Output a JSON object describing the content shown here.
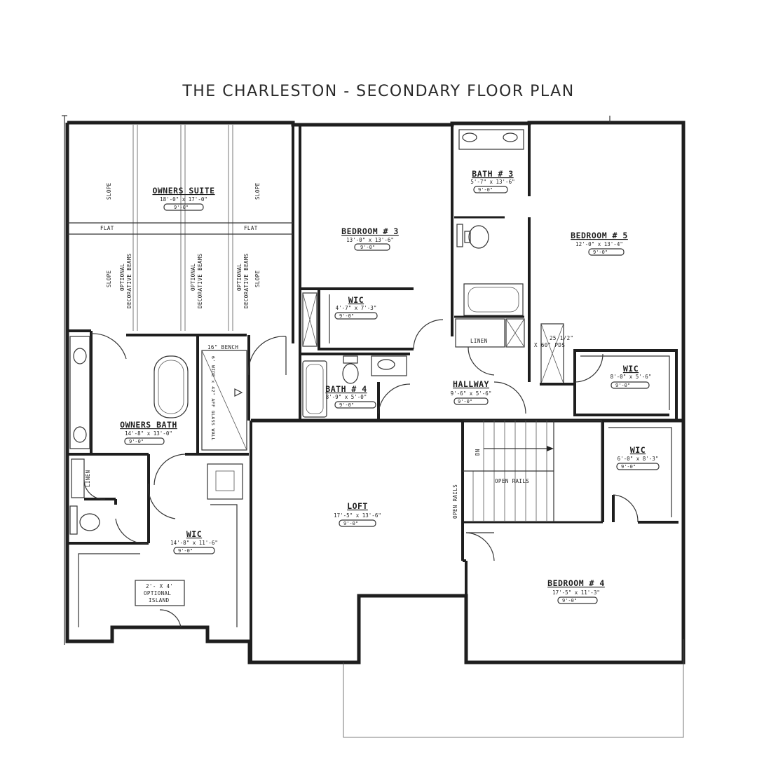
{
  "title": "THE CHARLESTON - SECONDARY FLOOR PLAN",
  "rooms": {
    "owners_suite": {
      "name": "OWNERS SUITE",
      "dims": "18'-0\" x 17'-0\"",
      "ceiling": "9'-0\""
    },
    "bedroom3": {
      "name": "BEDROOM # 3",
      "dims": "13'-0\" x 13'-6\"",
      "ceiling": "9'-0\""
    },
    "bath3": {
      "name": "BATH # 3",
      "dims": "5'-7\" x 13'-6\"",
      "ceiling": "9'-0\""
    },
    "bedroom5": {
      "name": "BEDROOM # 5",
      "dims": "12'-0\" x 13'-4\"",
      "ceiling": "9'-0\""
    },
    "wic_b3": {
      "name": "WIC",
      "dims": "4'-7\" x 7'-3\"",
      "ceiling": "9'-0\""
    },
    "bath4": {
      "name": "BATH # 4",
      "dims": "8'-9\" x 5'-0\"",
      "ceiling": "9'-0\""
    },
    "hallway": {
      "name": "HALLWAY",
      "dims": "9'-6\" x 5'-6\"",
      "ceiling": "9'-0\""
    },
    "wic_b5": {
      "name": "WIC",
      "dims": "8'-0\" x 5'-6\"",
      "ceiling": "9'-0\""
    },
    "owners_bath": {
      "name": "OWNERS BATH",
      "dims": "14'-8\" x 13'-0\"",
      "ceiling": "9'-0\""
    },
    "wic_b4": {
      "name": "WIC",
      "dims": "6'-0\" x 8'-3\"",
      "ceiling": "9'-0\""
    },
    "loft": {
      "name": "LOFT",
      "dims": "17'-5\" x 13'-6\"",
      "ceiling": "9'-0\""
    },
    "wic_owner": {
      "name": "WIC",
      "dims": "14'-8\" x 11'-6\"",
      "ceiling": "9'-0\""
    },
    "bedroom4": {
      "name": "BEDROOM # 4",
      "dims": "17'-5\" x 11'-3\"",
      "ceiling": "9'-0\""
    }
  },
  "notes": {
    "slope": "SLOPE",
    "flat": "FLAT",
    "optional": "OPTIONAL",
    "decorative_beams": "DECORATIVE BEAMS",
    "bench": "16\" BENCH",
    "glass_wall": "6' WIDE x 42\" AFF GLASS WALL",
    "linen": "LINEN",
    "open_rails": "OPEN RAILS",
    "dn": "DN",
    "island_line1": "2'- X 4'",
    "island_line2": "OPTIONAL",
    "island_line3": "ISLAND",
    "pds_line1": "25 1/2\"",
    "pds_line2": "X 60\" PDS"
  }
}
